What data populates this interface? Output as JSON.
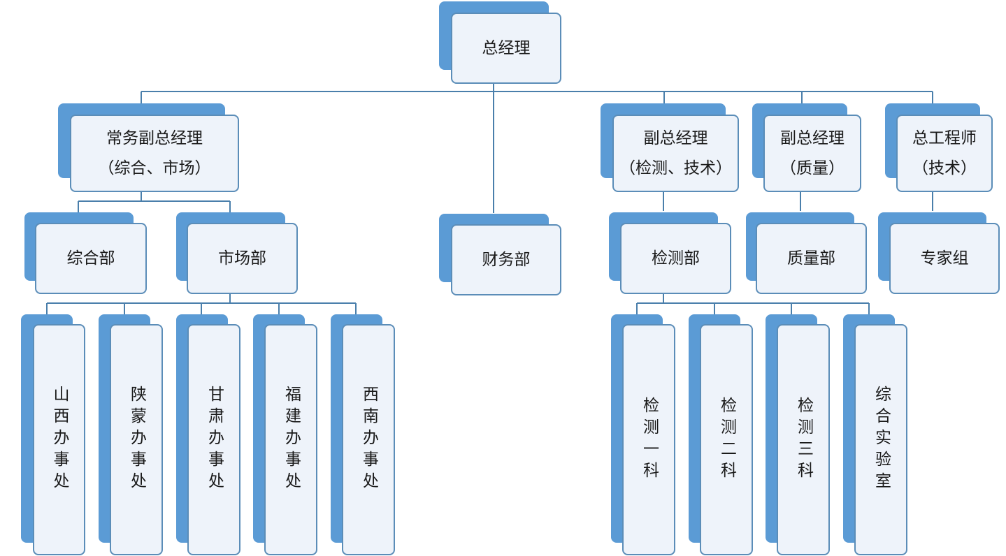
{
  "colors": {
    "accent": "#5b9bd5",
    "card_fill": "#eef3fa",
    "card_border": "#5b8db8",
    "connector": "#4a7fab"
  },
  "org": {
    "general_manager": "总经理",
    "exec_vp": "常务副总经理\n（综合、市场）",
    "vp_testing": "副总经理\n（检测、技术）",
    "vp_quality": "副总经理\n（质量）",
    "chief_engineer": "总工程师\n（技术）",
    "dept_general": "综合部",
    "dept_market": "市场部",
    "dept_finance": "财务部",
    "dept_testing": "检测部",
    "dept_quality": "质量部",
    "dept_experts": "专家组",
    "office_shanxi": "山西办事处",
    "office_shaanmeng": "陕蒙办事处",
    "office_gansu": "甘肃办事处",
    "office_fujian": "福建办事处",
    "office_southwest": "西南办事处",
    "section_test_1": "检测一科",
    "section_test_2": "检测二科",
    "section_test_3": "检测三科",
    "section_lab": "综合实验室"
  }
}
